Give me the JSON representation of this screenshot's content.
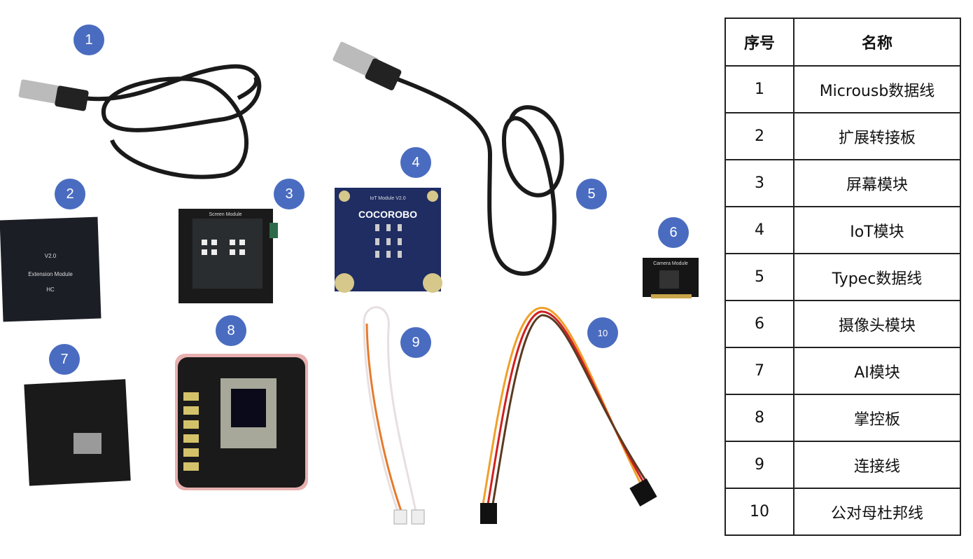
{
  "badges": [
    "1",
    "2",
    "3",
    "4",
    "5",
    "6",
    "7",
    "8",
    "9",
    "10"
  ],
  "board_text": {
    "extension": "Extension Module",
    "extension_ver": "V2.0",
    "extension_hc": "HC",
    "screen": "Screen Module",
    "iot_brand": "COCOROBO",
    "iot_ver": "IoT Module V2.0",
    "camera": "Camera Module"
  },
  "table": {
    "headers": [
      "序号",
      "名称"
    ],
    "rows": [
      {
        "num": "1",
        "name": "Microusb数据线"
      },
      {
        "num": "2",
        "name": "扩展转接板"
      },
      {
        "num": "3",
        "name": "屏幕模块"
      },
      {
        "num": "4",
        "name": "IoT模块"
      },
      {
        "num": "5",
        "name": "Typec数据线"
      },
      {
        "num": "6",
        "name": "摄像头模块"
      },
      {
        "num": "7",
        "name": "AI模块"
      },
      {
        "num": "8",
        "name": "掌控板"
      },
      {
        "num": "9",
        "name": "连接线"
      },
      {
        "num": "10",
        "name": "公对母杜邦线"
      }
    ]
  },
  "colors": {
    "badge": "#4a6cc0",
    "board": "#1c1e26",
    "iot": "#1f2d63"
  }
}
